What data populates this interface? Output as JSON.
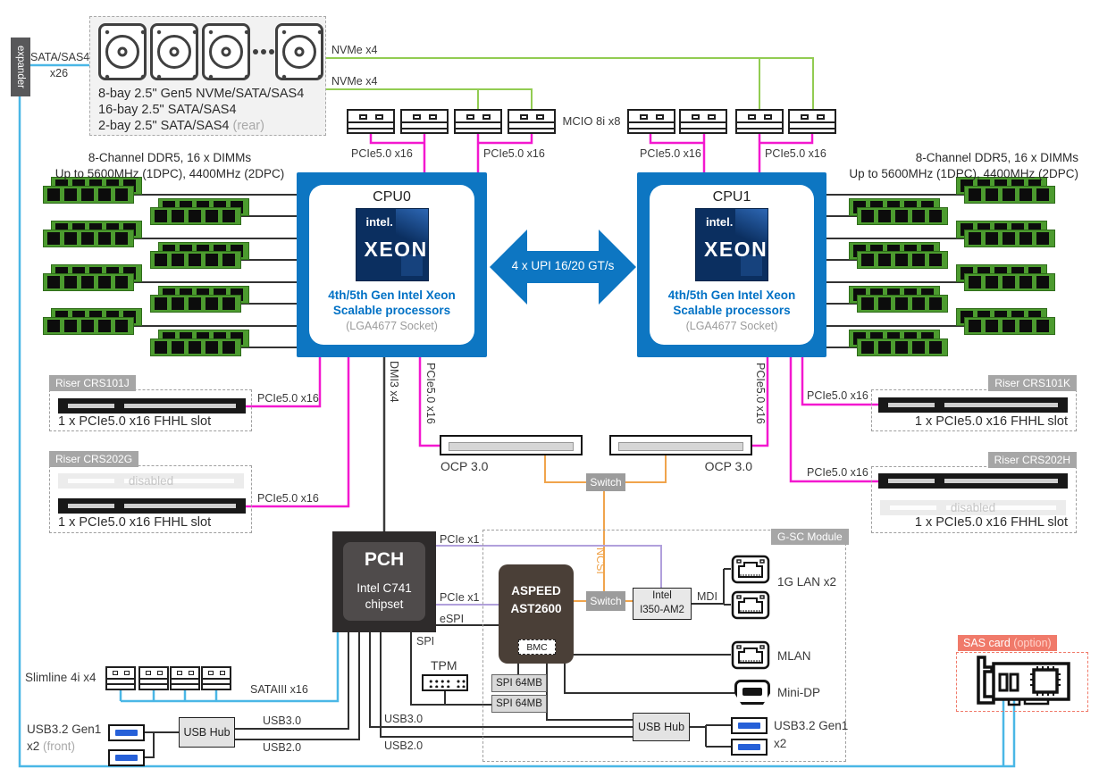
{
  "expander": {
    "label": "expander"
  },
  "sata_sas": {
    "label": "SATA/SAS4",
    "qty": "x26"
  },
  "drive_box": {
    "line1": "8-bay 2.5\" Gen5 NVMe/SATA/SAS4",
    "line2": "16-bay 2.5\" SATA/SAS4",
    "line3": "2-bay 2.5\" SATA/SAS4",
    "line3_suffix": "(rear)"
  },
  "labels": {
    "nvme_x4": "NVMe x4",
    "mcio": "MCIO 8i x8",
    "pcie50_x16": "PCIe5.0 x16",
    "pcie_x1": "PCIe x1",
    "espi": "eSPI",
    "spi": "SPI",
    "dmi": "DMI3 x4",
    "ncsi": "NCSI",
    "ocp": "OCP 3.0",
    "switch": "Switch",
    "mdi": "MDI",
    "usb30": "USB3.0",
    "usb20": "USB2.0",
    "sata3": "SATAIII x16",
    "slimline": "Slimline 4i x4"
  },
  "memory": {
    "line1": "8-Channel DDR5, 16 x DIMMs",
    "line2": "Up to 5600MHz (1DPC), 4400MHz (2DPC)"
  },
  "cpu0": {
    "name": "CPU0",
    "logo_brand": "intel.",
    "logo_product": "XEON",
    "desc1": "4th/5th Gen Intel Xeon",
    "desc2": "Scalable processors",
    "socket": "(LGA4677 Socket)"
  },
  "cpu1": {
    "name": "CPU1",
    "logo_brand": "intel.",
    "logo_product": "XEON",
    "desc1": "4th/5th Gen Intel Xeon",
    "desc2": "Scalable processors",
    "socket": "(LGA4677 Socket)"
  },
  "upi": {
    "label": "4 x UPI 16/20 GT/s"
  },
  "risers": {
    "crs101j": "Riser CRS101J",
    "crs202g": "Riser CRS202G",
    "crs101k": "Riser CRS101K",
    "crs202h": "Riser CRS202H",
    "slot": "1 x PCIe5.0 x16 FHHL slot",
    "disabled": "disabled"
  },
  "pch": {
    "title": "PCH",
    "sub1": "Intel C741",
    "sub2": "chipset"
  },
  "aspeed": {
    "line1": "ASPEED",
    "line2": "AST2600",
    "bmc": "BMC"
  },
  "i350": {
    "line1": "Intel",
    "line2": "I350-AM2"
  },
  "gsc": {
    "label": "G-SC Module"
  },
  "lan": {
    "lan1g": "1G LAN x2",
    "mlan": "MLAN",
    "minidp": "Mini-DP"
  },
  "tpm": {
    "label": "TPM"
  },
  "spi_flash": {
    "label": "SPI 64MB"
  },
  "usb": {
    "hub": "USB Hub",
    "front1": "USB3.2 Gen1",
    "front2": "x2",
    "front_suffix": "(front)",
    "rear1": "USB3.2 Gen1",
    "rear2": "x2"
  },
  "sas": {
    "label": "SAS card",
    "option": "(option)"
  },
  "colors": {
    "cpu_blue": "#0d76c2",
    "nvme_green": "#92cc52",
    "pcie_magenta": "#f318cf",
    "sata_blue": "#4ab7e6",
    "ncsi_orange": "#f0a44c",
    "pcie_purple": "#b1a0dc",
    "dimm_green": "#4c9b2f",
    "sas_salmon": "#f07a6a"
  }
}
